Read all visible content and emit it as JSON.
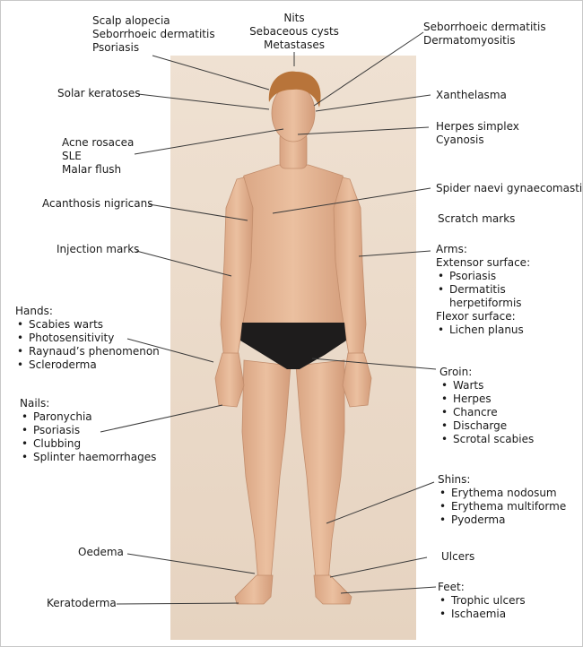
{
  "labels": {
    "scalp": [
      "Scalp alopecia",
      "Seborrhoeic dermatitis",
      "Psoriasis"
    ],
    "hair": [
      "Nits",
      "Sebaceous cysts",
      "Metastases"
    ],
    "face_upper_right": [
      "Seborrhoeic dermatitis",
      "Dermatomyositis"
    ],
    "solar": "Solar keratoses",
    "xanthelasma": "Xanthelasma",
    "face_left": [
      "Acne rosacea",
      "SLE",
      "Malar flush"
    ],
    "lips": [
      "Herpes simplex",
      "Cyanosis"
    ],
    "acanthosis": "Acanthosis nigricans",
    "spider": "Spider naevi gynaecomastia",
    "scratch": "Scratch marks",
    "injection": "Injection marks",
    "arms": {
      "title": "Arms:",
      "extensor_title": "Extensor surface:",
      "extensor_items": [
        "Psoriasis",
        "Dermatitis herpetiformis"
      ],
      "flexor_title": "Flexor surface:",
      "flexor_items": [
        "Lichen planus"
      ]
    },
    "hands": {
      "title": "Hands:",
      "items": [
        "Scabies warts",
        "Photosensitivity",
        "Raynaud’s phenomenon",
        "Scleroderma"
      ]
    },
    "groin": {
      "title": "Groin:",
      "items": [
        "Warts",
        "Herpes",
        "Chancre",
        "Discharge",
        "Scrotal scabies"
      ]
    },
    "nails": {
      "title": "Nails:",
      "items": [
        "Paronychia",
        "Psoriasis",
        "Clubbing",
        "Splinter haemorrhages"
      ]
    },
    "shins": {
      "title": "Shins:",
      "items": [
        "Erythema nodosum",
        "Erythema multiforme",
        "Pyoderma"
      ]
    },
    "oedema": "Oedema",
    "ulcers": "Ulcers",
    "feet": {
      "title": "Feet:",
      "items": [
        "Trophic ulcers",
        "Ischaemia"
      ]
    },
    "keratoderma": "Keratoderma"
  },
  "colors": {
    "photo_background": "#ecdccb",
    "skin": "#e0b090",
    "hair": "#b8743a",
    "swimwear": "#1e1c1c",
    "leader_line": "#3a3a3a"
  }
}
